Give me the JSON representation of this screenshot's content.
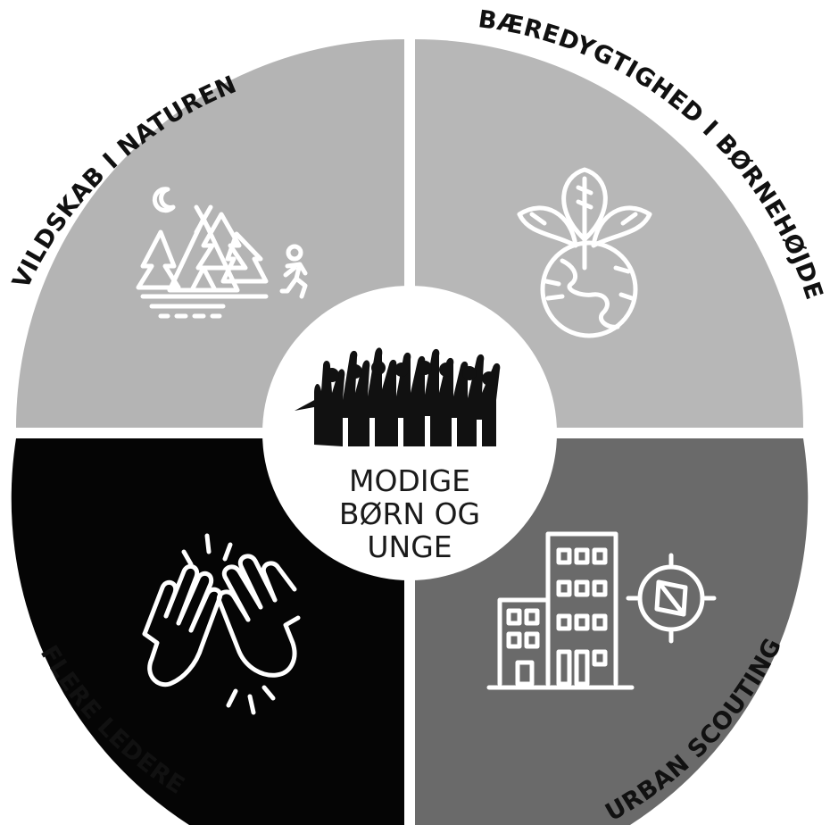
{
  "center": {
    "lines": [
      "MODIGE",
      "BØRN OG",
      "UNGE"
    ]
  },
  "quadrants": [
    {
      "label": "VILDSKAB I NATUREN",
      "icon": "campsite-icon",
      "color": "#b4b4b4"
    },
    {
      "label": "BÆREDYGTIGHED I BØRNEHØJDE",
      "icon": "plant-globe-icon",
      "color": "#b7b7b7"
    },
    {
      "label": "FLERE LEDERE",
      "icon": "high-five-icon",
      "color": "#050505"
    },
    {
      "label": "URBAN SCOUTING",
      "icon": "city-compass-icon",
      "color": "#6a6a6a"
    }
  ]
}
